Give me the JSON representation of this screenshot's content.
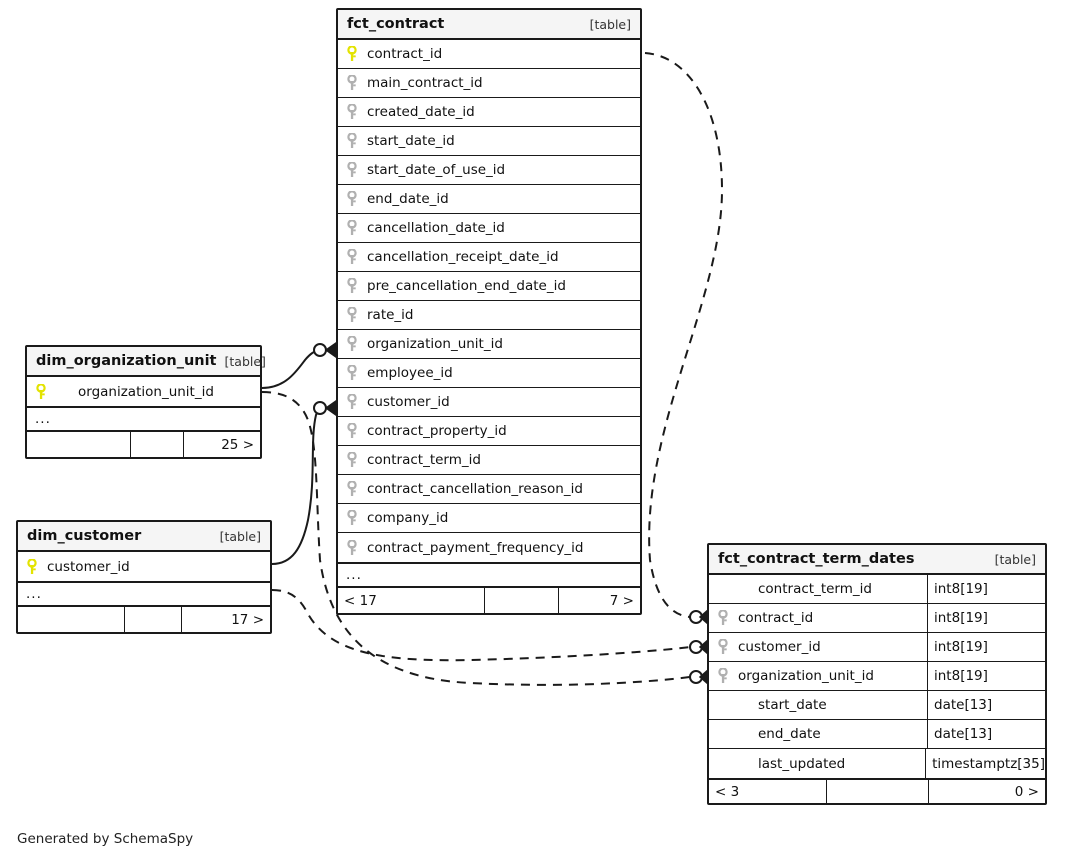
{
  "diagram": {
    "generator_credit": "Generated by SchemaSpy",
    "table_kind_label": "[table]",
    "ellipsis": "...",
    "colors": {
      "pk_key": "#e3e300",
      "fk_key": "#b0b0b0",
      "border": "#1a1a1a",
      "header_bg": "#f5f5f5",
      "background": "#ffffff"
    }
  },
  "tables": {
    "fct_contract": {
      "name": "fct_contract",
      "kind": "[table]",
      "columns": [
        {
          "name": "contract_id",
          "key": "pk"
        },
        {
          "name": "main_contract_id",
          "key": "fk"
        },
        {
          "name": "created_date_id",
          "key": "fk"
        },
        {
          "name": "start_date_id",
          "key": "fk"
        },
        {
          "name": "start_date_of_use_id",
          "key": "fk"
        },
        {
          "name": "end_date_id",
          "key": "fk"
        },
        {
          "name": "cancellation_date_id",
          "key": "fk"
        },
        {
          "name": "cancellation_receipt_date_id",
          "key": "fk"
        },
        {
          "name": "pre_cancellation_end_date_id",
          "key": "fk"
        },
        {
          "name": "rate_id",
          "key": "fk"
        },
        {
          "name": "organization_unit_id",
          "key": "fk"
        },
        {
          "name": "employee_id",
          "key": "fk"
        },
        {
          "name": "customer_id",
          "key": "fk"
        },
        {
          "name": "contract_property_id",
          "key": "fk"
        },
        {
          "name": "contract_term_id",
          "key": "fk"
        },
        {
          "name": "contract_cancellation_reason_id",
          "key": "fk"
        },
        {
          "name": "company_id",
          "key": "fk"
        },
        {
          "name": "contract_payment_frequency_id",
          "key": "fk"
        }
      ],
      "more_indicator": "...",
      "footer": {
        "left": "< 17",
        "mid": "",
        "right": "7 >"
      }
    },
    "fct_contract_term_dates": {
      "name": "fct_contract_term_dates",
      "kind": "[table]",
      "columns": [
        {
          "name": "contract_term_id",
          "key": "none",
          "type": "int8[19]"
        },
        {
          "name": "contract_id",
          "key": "fk",
          "type": "int8[19]"
        },
        {
          "name": "customer_id",
          "key": "fk",
          "type": "int8[19]"
        },
        {
          "name": "organization_unit_id",
          "key": "fk",
          "type": "int8[19]"
        },
        {
          "name": "start_date",
          "key": "none",
          "type": "date[13]"
        },
        {
          "name": "end_date",
          "key": "none",
          "type": "date[13]"
        },
        {
          "name": "last_updated",
          "key": "none",
          "type": "timestamptz[35]"
        }
      ],
      "footer": {
        "left": "< 3",
        "mid": "",
        "right": "0 >"
      }
    },
    "dim_organization_unit": {
      "name": "dim_organization_unit",
      "kind": "[table]",
      "columns": [
        {
          "name": "organization_unit_id",
          "key": "pk"
        }
      ],
      "more_indicator": "...",
      "footer": {
        "left": "",
        "mid": "",
        "right": "25 >"
      }
    },
    "dim_customer": {
      "name": "dim_customer",
      "kind": "[table]",
      "columns": [
        {
          "name": "customer_id",
          "key": "pk"
        }
      ],
      "more_indicator": "...",
      "footer": {
        "left": "",
        "mid": "",
        "right": "17 >"
      }
    }
  }
}
